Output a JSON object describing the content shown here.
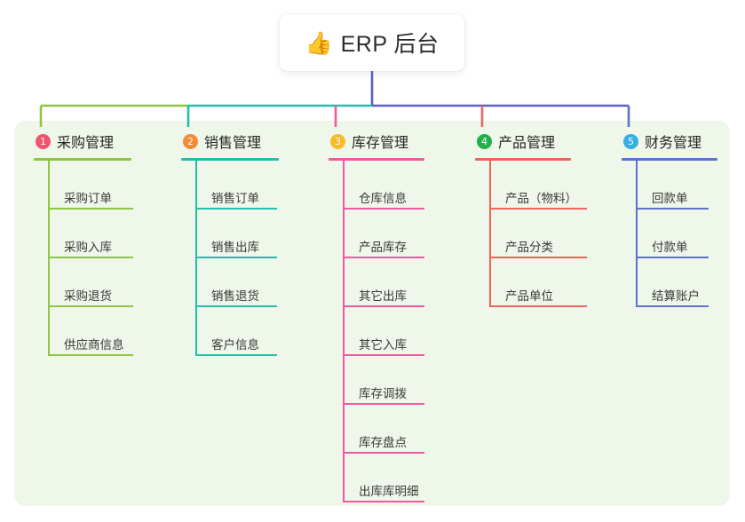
{
  "title": {
    "emoji": "👍",
    "emoji_name": "thumbs-up-icon",
    "text": "ERP 后台"
  },
  "theme": {
    "canvas_bg": "#eef7e9",
    "page_bg": "#ffffff",
    "card_bg": "#ffffff",
    "title_color": "#2b2b2b",
    "root_connector": "#5b5fc7"
  },
  "columns": [
    {
      "index": "1",
      "title": "采购管理",
      "badge_color": "#f2546d",
      "line_color": "#8ec63f",
      "items": [
        "采购订单",
        "采购入库",
        "采购退货",
        "供应商信息"
      ]
    },
    {
      "index": "2",
      "title": "销售管理",
      "badge_color": "#f58a33",
      "line_color": "#22bfb0",
      "items": [
        "销售订单",
        "销售出库",
        "销售退货",
        "客户信息"
      ]
    },
    {
      "index": "3",
      "title": "库存管理",
      "badge_color": "#f6bd28",
      "line_color": "#ef5aa0",
      "items": [
        "仓库信息",
        "产品库存",
        "其它出库",
        "其它入库",
        "库存调拨",
        "库存盘点",
        "出库库明细"
      ]
    },
    {
      "index": "4",
      "title": "产品管理",
      "badge_color": "#22b04b",
      "line_color": "#f2635c",
      "items": [
        "产品（物料）",
        "产品分类",
        "产品单位"
      ]
    },
    {
      "index": "5",
      "title": "财务管理",
      "badge_color": "#35aee3",
      "line_color": "#5b72d0",
      "items": [
        "回款单",
        "付款单",
        "结算账户"
      ]
    }
  ]
}
